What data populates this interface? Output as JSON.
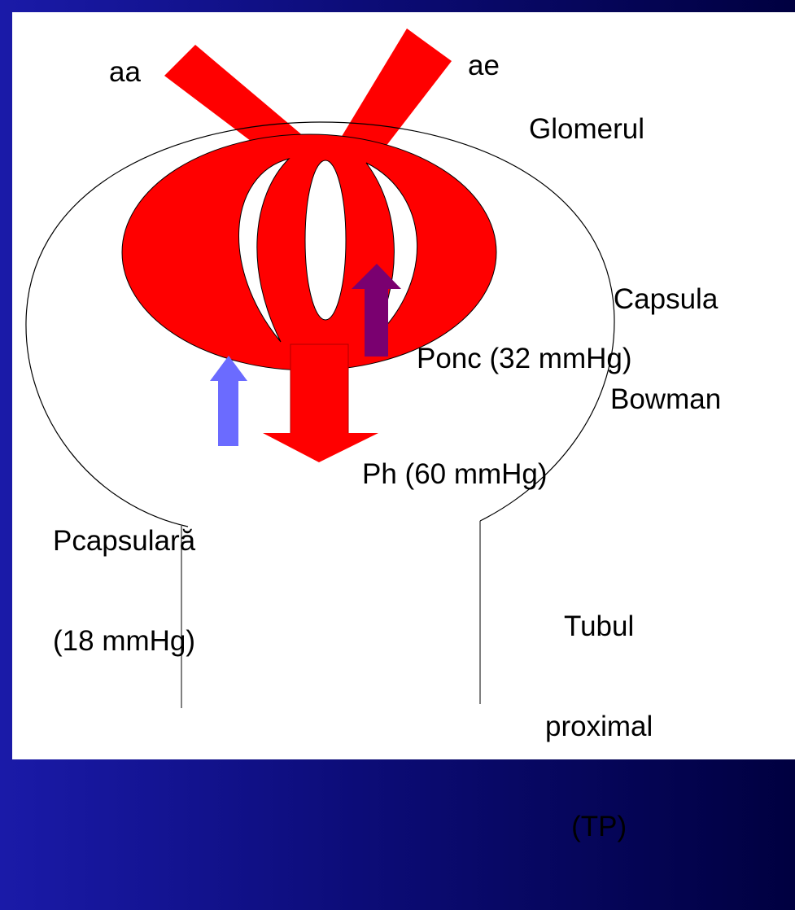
{
  "labels": {
    "aa": "aa",
    "ae": "ae",
    "glomerul": "Glomerul",
    "capsula_line1": "Capsula",
    "capsula_line2": "Bowman",
    "ponc": "Ponc (32 mmHg)",
    "ph": "Ph (60 mmHg)",
    "pcaps_line1": "Pcapsulară",
    "pcaps_line2": "(18 mmHg)",
    "tubul_line1": "Tubul",
    "tubul_line2": "proximal",
    "tubul_line3": "(TP)"
  },
  "colors": {
    "vessel": "#ff0000",
    "ponc_arrow": "#7a0070",
    "pcaps_arrow": "#6b6bff",
    "ph_arrow": "#ff0000",
    "outline": "#000000",
    "frame": "#0c0c78"
  },
  "icons": {
    "ponc_arrow": "arrow-up",
    "pcaps_arrow": "arrow-up",
    "ph_arrow": "arrow-down"
  }
}
